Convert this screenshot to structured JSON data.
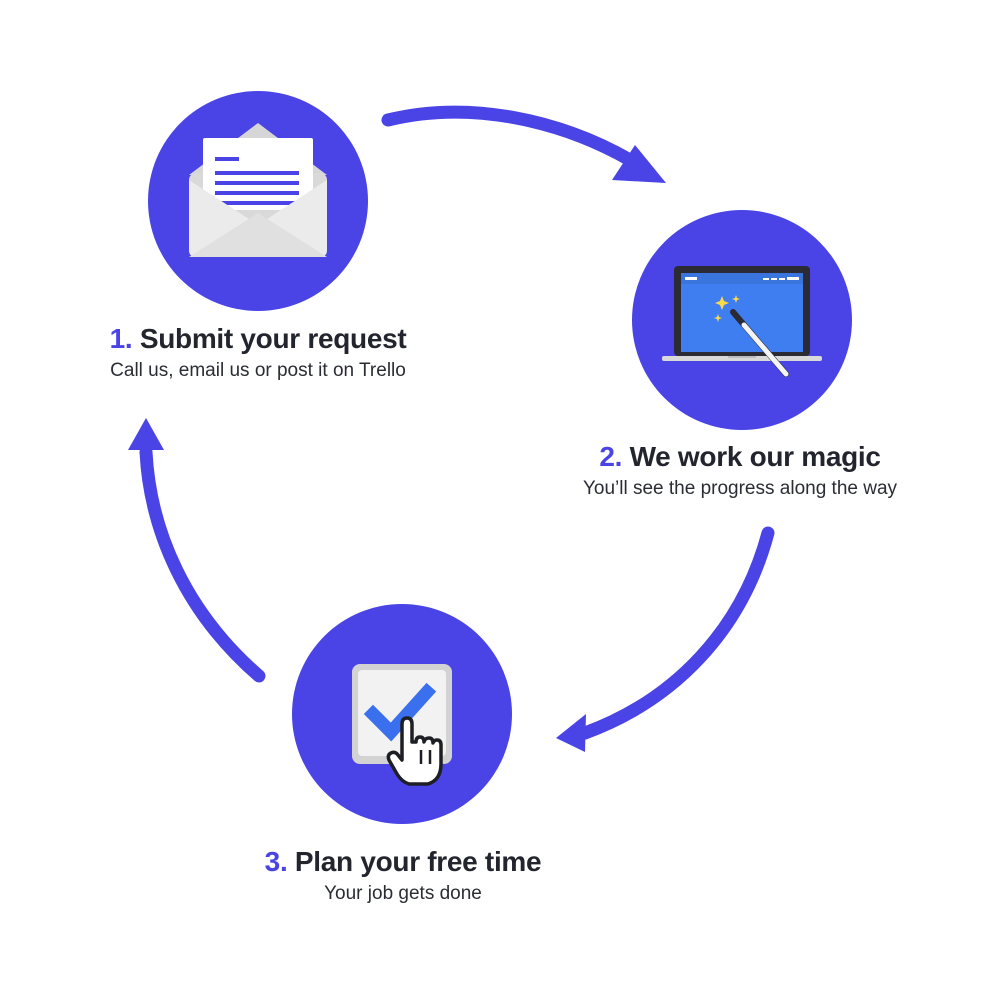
{
  "colors": {
    "accent": "#4a44e6",
    "text": "#23252e",
    "background": "#ffffff"
  },
  "steps": [
    {
      "number": "1.",
      "title": "Submit your request",
      "subtitle": "Call us, email us or post it on Trello",
      "icon": "envelope-letter-icon"
    },
    {
      "number": "2.",
      "title": "We work our magic",
      "subtitle": "You’ll see the progress along the way",
      "icon": "laptop-magic-wand-icon"
    },
    {
      "number": "3.",
      "title": "Plan your free time",
      "subtitle": "Your job gets done",
      "icon": "checkbox-cursor-icon"
    }
  ]
}
